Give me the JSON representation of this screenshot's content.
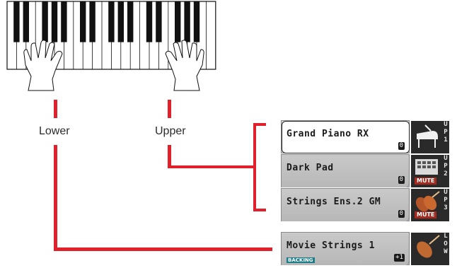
{
  "labels": {
    "lower": "Lower",
    "upper": "Upper"
  },
  "tracks": [
    {
      "name": "Grand Piano RX",
      "octave": "0",
      "icon": "grand-piano-icon",
      "side": "UP1",
      "muted": false,
      "selected": true
    },
    {
      "name": "Dark Pad",
      "octave": "0",
      "icon": "synth-pad-icon",
      "side": "UP2",
      "muted": true,
      "mute_label": "MUTE"
    },
    {
      "name": "Strings Ens.2 GM",
      "octave": "0",
      "icon": "violin-ensemble-icon",
      "side": "UP3",
      "muted": true,
      "mute_label": "MUTE"
    },
    {
      "name": "Movie Strings 1",
      "octave": "+1",
      "icon": "violin-icon",
      "side": "LOW",
      "badge": "BACKING"
    }
  ],
  "colors": {
    "wire": "#e0202a",
    "mute": "#a32a1e",
    "backing": "#1d7e8a"
  }
}
